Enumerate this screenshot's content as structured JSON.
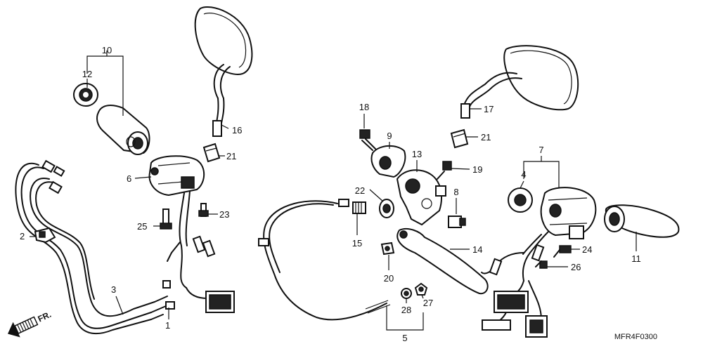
{
  "callouts": {
    "c1": "1",
    "c2": "2",
    "c3": "3",
    "c4": "4",
    "c5": "5",
    "c6": "6",
    "c7": "7",
    "c8": "8",
    "c9": "9",
    "c10": "10",
    "c11": "11",
    "c12": "12",
    "c13": "13",
    "c14": "14",
    "c15": "15",
    "c16": "16",
    "c17": "17",
    "c18": "18",
    "c19": "19",
    "c20": "20",
    "c21a": "21",
    "c21b": "21",
    "c22": "22",
    "c23": "23",
    "c24": "24",
    "c25": "25",
    "c26": "26",
    "c27": "27",
    "c28": "28"
  },
  "diagram_code": "MFR4F0300",
  "direction_label": "FR."
}
